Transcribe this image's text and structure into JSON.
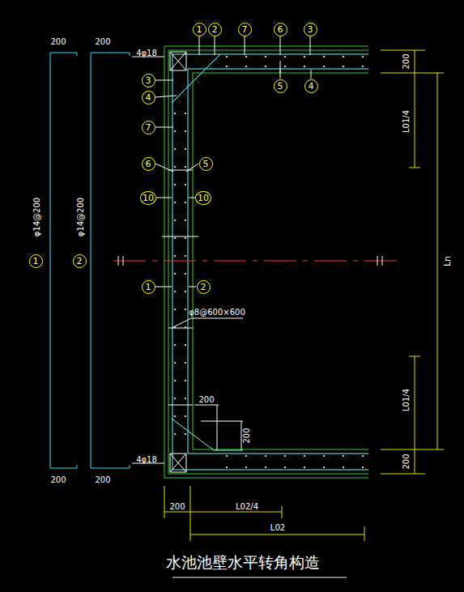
{
  "diagram": {
    "title": "水池池壁水平转角构造",
    "labels": [
      "200",
      "200",
      "4φ18",
      "1",
      "2",
      "7",
      "6",
      "3",
      "200",
      "5",
      "4",
      "3",
      "4",
      "L01/4",
      "7",
      "6",
      "5",
      "10",
      "10",
      "φ14@200",
      "φ14@200",
      "1",
      "2",
      "Ln",
      "1",
      "2",
      "φ8@600×600",
      "200",
      "L01/4",
      "200",
      "4φ18",
      "200",
      "200",
      "200",
      "200",
      "L02/4",
      "L02"
    ]
  }
}
